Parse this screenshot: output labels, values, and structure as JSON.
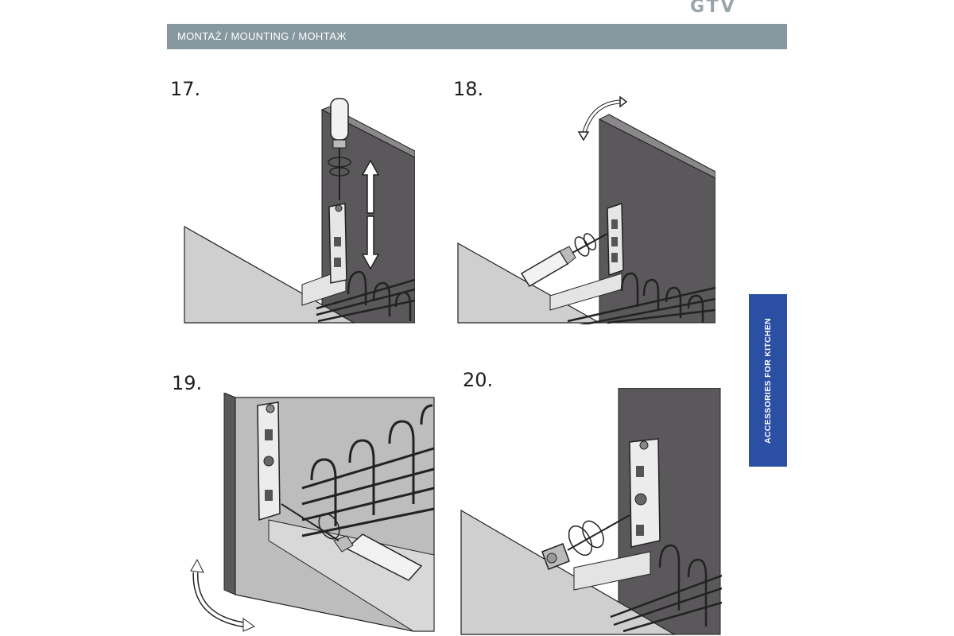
{
  "brand": {
    "logo_text": "GTV"
  },
  "header": {
    "title": "MONTAŻ / MOUNTING / МОНТАЖ"
  },
  "steps": [
    {
      "number": "17."
    },
    {
      "number": "18."
    },
    {
      "number": "19."
    },
    {
      "number": "20."
    }
  ],
  "side_tab": {
    "label": "ACCESSORIES FOR KITCHEN"
  },
  "icons": [
    "screwdriver-icon",
    "rotation-arrow-icon",
    "up-down-arrow-icon",
    "mounting-bracket-icon",
    "wire-basket-icon"
  ],
  "colors": {
    "header_bar": "#86989f",
    "side_tab": "#2a4fa3",
    "cabinet_dark": "#5a585a",
    "cabinet_light": "#cfcfcf"
  }
}
